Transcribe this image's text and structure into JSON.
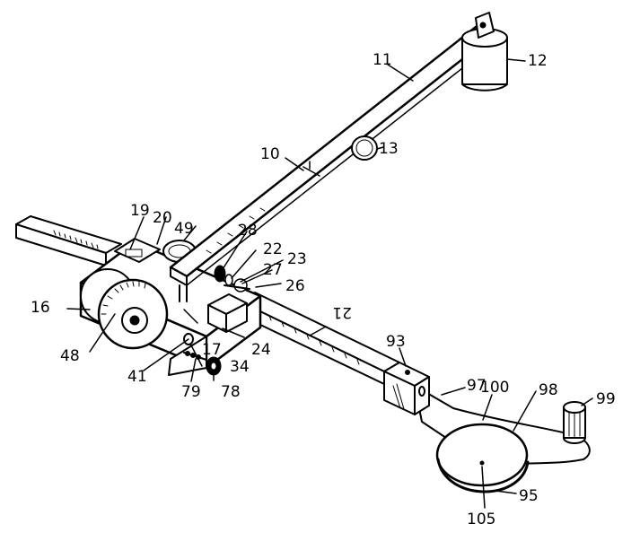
{
  "labels": {
    "l10": "10",
    "l11": "11",
    "l12": "12",
    "l13": "13",
    "l16": "16",
    "l17": "17",
    "l19": "19",
    "l20": "20",
    "l21": "21",
    "l22": "22",
    "l23": "23",
    "l24": "24",
    "l26": "26",
    "l27": "27",
    "l28": "28",
    "l34": "34",
    "l41": "41",
    "l48": "48",
    "l49": "49",
    "l78": "78",
    "l79": "79",
    "l93": "93",
    "l95": "95",
    "l97": "97",
    "l98": "98",
    "l99": "99",
    "l100": "100",
    "l105": "105"
  },
  "ink_color": "#000000",
  "background_color": "#ffffff"
}
